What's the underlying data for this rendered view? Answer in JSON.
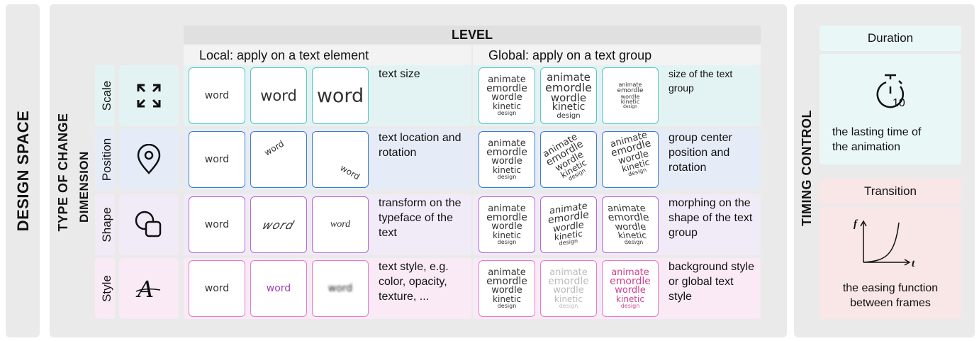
{
  "labels": {
    "design_space": "DESIGN SPACE",
    "type_of_change": "TYPE OF CHANGE",
    "dimension": "DIMENSION",
    "timing_control": "TIMING CONTROL"
  },
  "level": {
    "title": "LEVEL",
    "local": "Local: apply on a text element",
    "global": "Global: apply on a text group"
  },
  "sample": {
    "word": "word",
    "word_shape_a": "word",
    "word_shape_b": "word",
    "group": [
      "animate",
      "emordle",
      "wordle",
      "kinetic",
      "design"
    ]
  },
  "rows": [
    {
      "label": "Scale",
      "icon": "expand-arrows-icon",
      "local_desc": "text size",
      "global_desc": "size of the text group",
      "color": "#e3f3f3",
      "border": "#5cc4c4"
    },
    {
      "label": "Position",
      "icon": "location-pin-icon",
      "local_desc": "text location and rotation",
      "global_desc": "group center position and rotation",
      "color": "#e6ecf7",
      "border": "#3d7cc9"
    },
    {
      "label": "Shape",
      "icon": "shapes-icon",
      "local_desc": "transform on the typeface of the text",
      "global_desc": "morphing on the shape of the text group",
      "color": "#f1ebf7",
      "border": "#b468d6"
    },
    {
      "label": "Style",
      "icon": "script-a-icon",
      "local_desc": "text style, e.g. color, opacity, texture, ...",
      "global_desc": "background style or global text style",
      "color": "#f9eaf6",
      "border": "#e27cc9"
    }
  ],
  "timing": {
    "duration_title": "Duration",
    "duration_desc": "the lasting time of the animation",
    "timer_value": "10",
    "transition_title": "Transition",
    "transition_desc": "the easing function between frames",
    "axis_f": "f",
    "axis_t": "t",
    "duration_color": "#eaf7f7",
    "transition_color": "#f9e6e6"
  }
}
